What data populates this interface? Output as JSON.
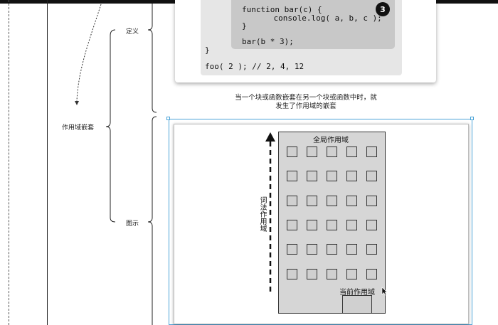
{
  "mindmap": {
    "definition_label": "定义",
    "nesting_label": "作用域嵌套",
    "diagram_label": "图示"
  },
  "code": {
    "line_function": "function bar(c) {",
    "line_console": "    console.log( a, b, c );",
    "line_close_inner": "}",
    "line_call_bar": "bar(b * 3);",
    "line_close_outer": "}",
    "line_call_foo": "foo( 2 ); // 2, 4, 12",
    "badge": "3"
  },
  "caption": {
    "line1": "当一个块或函数嵌套在另一个块或函数中时，就",
    "line2": "发生了作用域的嵌套"
  },
  "diagram": {
    "global_scope": "全局作用域",
    "lexical_scope": "词法作用域",
    "current_scope": "当前作用域"
  },
  "colors": {
    "selection": "#4aa3d8",
    "building": "#d6d6d6"
  }
}
